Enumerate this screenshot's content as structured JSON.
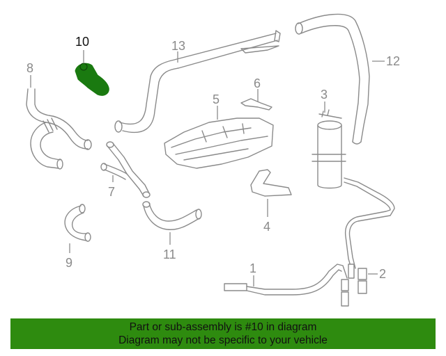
{
  "diagram": {
    "callouts": {
      "c1": "1",
      "c2": "2",
      "c3": "3",
      "c4": "4",
      "c5": "5",
      "c6": "6",
      "c7": "7",
      "c8": "8",
      "c9": "9",
      "c10": "10",
      "c11": "11",
      "c12": "12",
      "c13": "13"
    },
    "highlighted_part": "10",
    "colors": {
      "highlight": "#1a7a10",
      "line": "#8a8a8a",
      "active_label": "#111111"
    }
  },
  "footer": {
    "line1": "Part or sub-assembly is #10 in diagram",
    "line2": "Diagram may not be specific to your vehicle",
    "background": "#2e8b0f"
  }
}
